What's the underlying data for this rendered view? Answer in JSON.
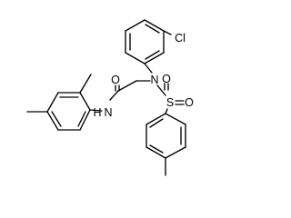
{
  "diagram": {
    "type": "chemical-structure",
    "atom_labels": {
      "chlorine": "Cl",
      "carbonyl_oxygen": "O",
      "amide_nitrogen_n": "N",
      "amide_nitrogen_h": "H",
      "sulfonamide_nitrogen": "N",
      "sulfur": "S",
      "sulfonyl_oxygen_left": "O",
      "sulfonyl_oxygen_right": "O"
    },
    "colors": {
      "bonds": "#000000",
      "labels": "#000000",
      "background": "#ffffff"
    }
  }
}
